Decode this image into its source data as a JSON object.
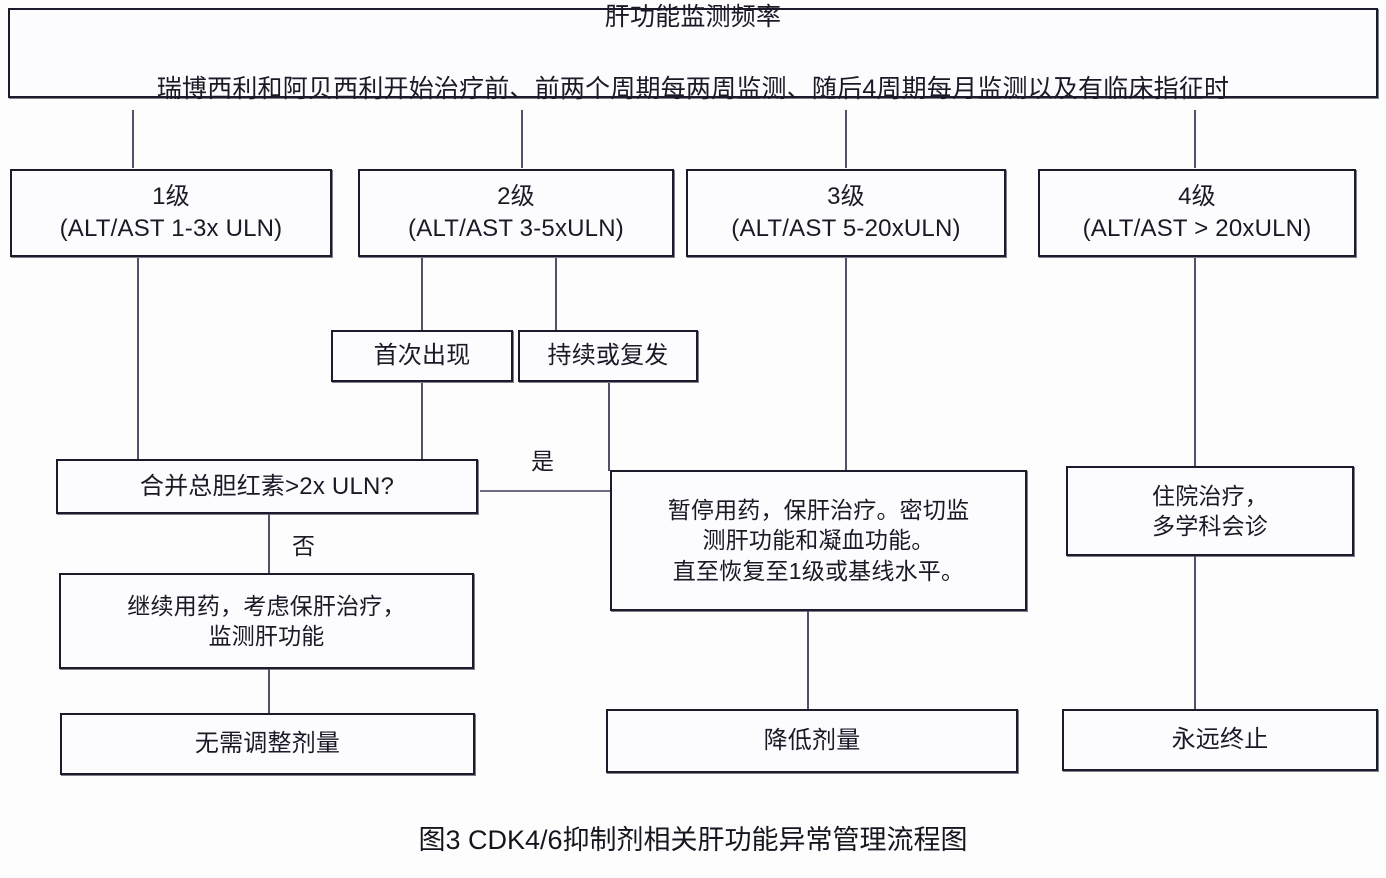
{
  "header": {
    "title": "肝功能监测频率",
    "subtitle": "瑞博西利和阿贝西利开始治疗前、前两个周期每两周监测、随后4周期每月监测以及有临床指征时"
  },
  "grades": [
    {
      "id": "grade-1",
      "label": "1级\n(ALT/AST 1-3x ULN)"
    },
    {
      "id": "grade-2",
      "label": "2级\n(ALT/AST 3-5xULN)"
    },
    {
      "id": "grade-3",
      "label": "3级\n(ALT/AST 5-20xULN)"
    },
    {
      "id": "grade-4",
      "label": "4级\n(ALT/AST > 20xULN)"
    }
  ],
  "branches": {
    "first_occurrence": "首次出现",
    "persistent_or_recurrent": "持续或复发"
  },
  "decision": {
    "bilirubin": "合并总胆红素>2x ULN?",
    "yes_label": "是",
    "no_label": "否"
  },
  "actions": {
    "hold_drug": "暂停用药，保肝治疗。密切监\n测肝功能和凝血功能。\n直至恢复至1级或基线水平。",
    "hospitalize": "住院治疗，\n多学科会诊",
    "continue_drug": "继续用药，考虑保肝治疗，\n监测肝功能"
  },
  "outcomes": {
    "no_adjust": "无需调整剂量",
    "reduce_dose": "降低剂量",
    "permanent_stop": "永远终止"
  },
  "caption": "图3 CDK4/6抑制剂相关肝功能异常管理流程图",
  "colors": {
    "box_border": "#1b1b2b",
    "box_fill": "#fcfbfd",
    "connector": "#51516b",
    "text": "#1a1a26",
    "background": "#fdfdfe"
  }
}
